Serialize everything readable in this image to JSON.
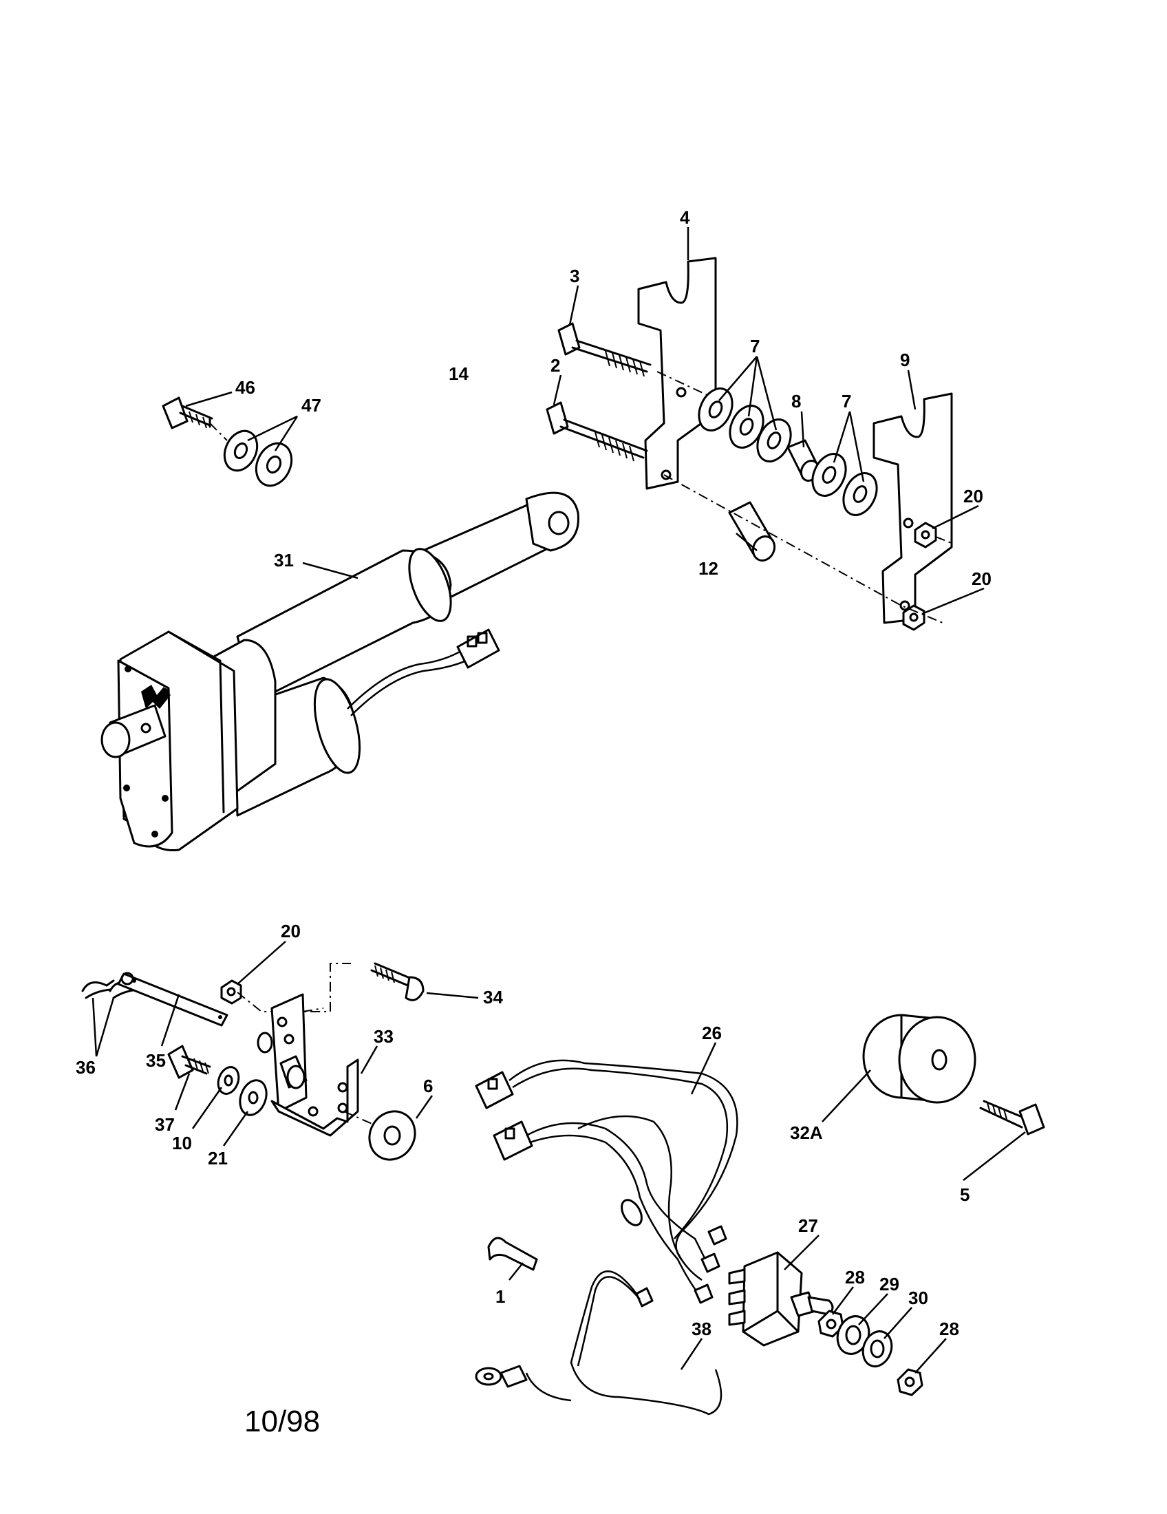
{
  "callouts": {
    "c1": "1",
    "c2": "2",
    "c3": "3",
    "c4": "4",
    "c5": "5",
    "c6": "6",
    "c7a": "7",
    "c7b": "7",
    "c8": "8",
    "c9": "9",
    "c10": "10",
    "c12": "12",
    "c14": "14",
    "c20a": "20",
    "c20b": "20",
    "c20c": "20",
    "c21": "21",
    "c26": "26",
    "c27": "27",
    "c28a": "28",
    "c28b": "28",
    "c29": "29",
    "c30": "30",
    "c31": "31",
    "c32a": "32A",
    "c33": "33",
    "c34": "34",
    "c35": "35",
    "c36": "36",
    "c37": "37",
    "c38": "38",
    "c46": "46",
    "c47": "47"
  },
  "footer": {
    "date": "10/98"
  }
}
